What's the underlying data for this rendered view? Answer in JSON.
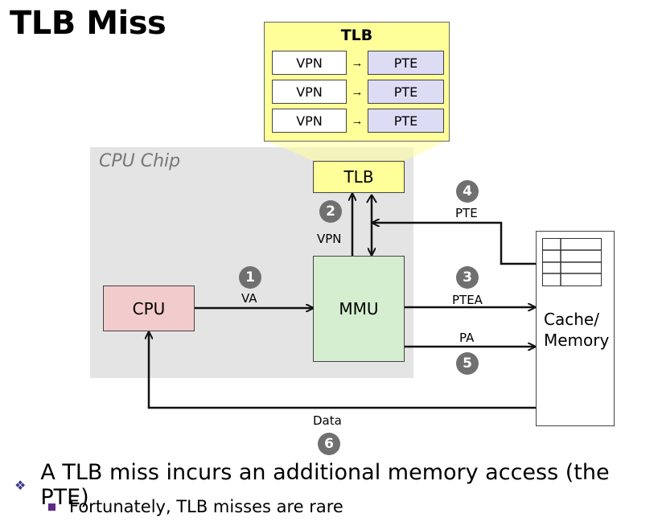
{
  "slide": {
    "title": "TLB Miss"
  },
  "tlb_detail": {
    "title": "TLB",
    "rows": [
      {
        "vpn": "VPN",
        "arrow": "→",
        "pte": "PTE"
      },
      {
        "vpn": "VPN",
        "arrow": "→",
        "pte": "PTE"
      },
      {
        "vpn": "VPN",
        "arrow": "→",
        "pte": "PTE"
      }
    ]
  },
  "chip": {
    "label": "CPU Chip",
    "tlb": "TLB",
    "cpu": "CPU",
    "mmu": "MMU"
  },
  "memory": {
    "line1": "Cache/",
    "line2": "Memory"
  },
  "signals": {
    "va": "VA",
    "vpn": "VPN",
    "pte": "PTE",
    "ptea": "PTEA",
    "pa": "PA",
    "data": "Data"
  },
  "steps": [
    "1",
    "2",
    "3",
    "4",
    "5",
    "6"
  ],
  "bullets": {
    "main": "A TLB miss incurs an additional memory access (the PTE)",
    "sub": "Fortunately, TLB misses are rare"
  },
  "colors": {
    "chip_bg": "#e4e4e4",
    "tlb_yellow": "#ffff99",
    "cpu_pink": "#f2cccc",
    "mmu_green": "#d5eed0",
    "pte_blue": "#dcdcf4",
    "badge_gray": "#707070"
  }
}
